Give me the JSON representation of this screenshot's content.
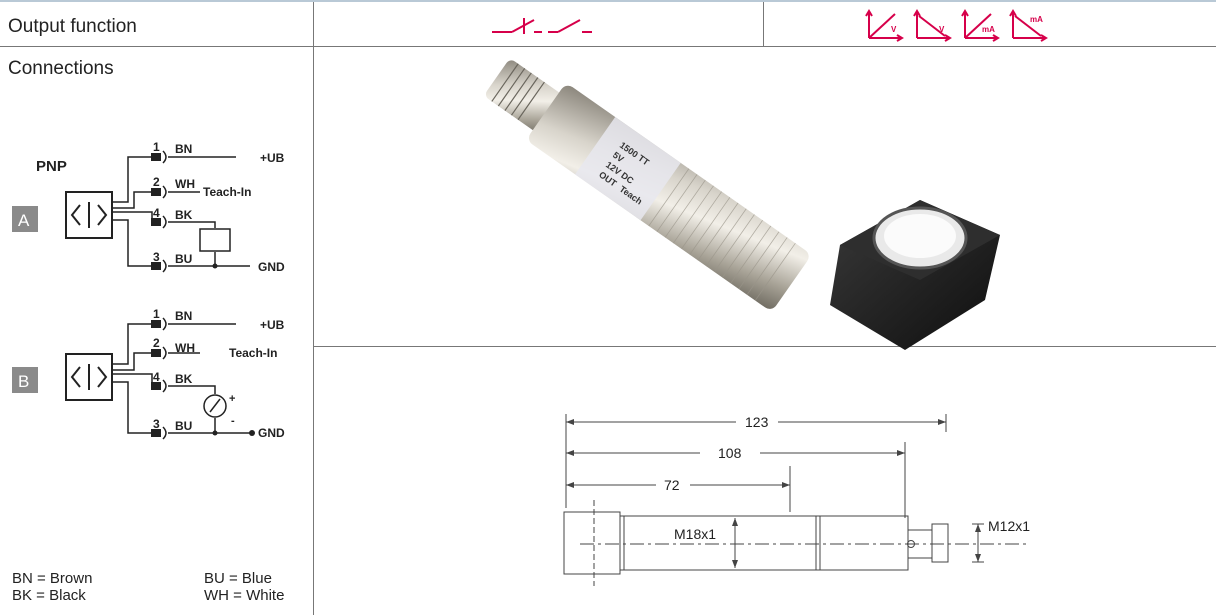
{
  "header": {
    "output_function_label": "Output function"
  },
  "connections": {
    "title": "Connections",
    "diagram_a": {
      "badge": "A",
      "type_label": "PNP",
      "wires": [
        {
          "pin": "1",
          "color": "BN",
          "signal": "+UB"
        },
        {
          "pin": "2",
          "color": "WH",
          "signal": "Teach-In"
        },
        {
          "pin": "4",
          "color": "BK",
          "signal": ""
        },
        {
          "pin": "3",
          "color": "BU",
          "signal": "GND"
        }
      ]
    },
    "diagram_b": {
      "badge": "B",
      "wires": [
        {
          "pin": "1",
          "color": "BN",
          "signal": "+UB"
        },
        {
          "pin": "2",
          "color": "WH",
          "signal": "Teach-In"
        },
        {
          "pin": "4",
          "color": "BK",
          "signal": ""
        },
        {
          "pin": "3",
          "color": "BU",
          "signal": "GND"
        }
      ],
      "meter_plus": "+",
      "meter_minus": "-"
    }
  },
  "legend": {
    "bn": "BN = Brown",
    "bk": "BK = Black",
    "bu": "BU = Blue",
    "wh": "WH = White"
  },
  "output_icons": {
    "analog_units": [
      "V",
      "V",
      "mA",
      "mA"
    ],
    "accent_color": "#d6004a"
  },
  "product_photo": {
    "label_text": [
      "1500 TT",
      "5V",
      "12V DC",
      "OUT",
      "Teach"
    ]
  },
  "drawing": {
    "dim_total": "123",
    "dim_body": "108",
    "dim_thread": "72",
    "thread_main": "M18x1",
    "thread_connector": "M12x1"
  }
}
